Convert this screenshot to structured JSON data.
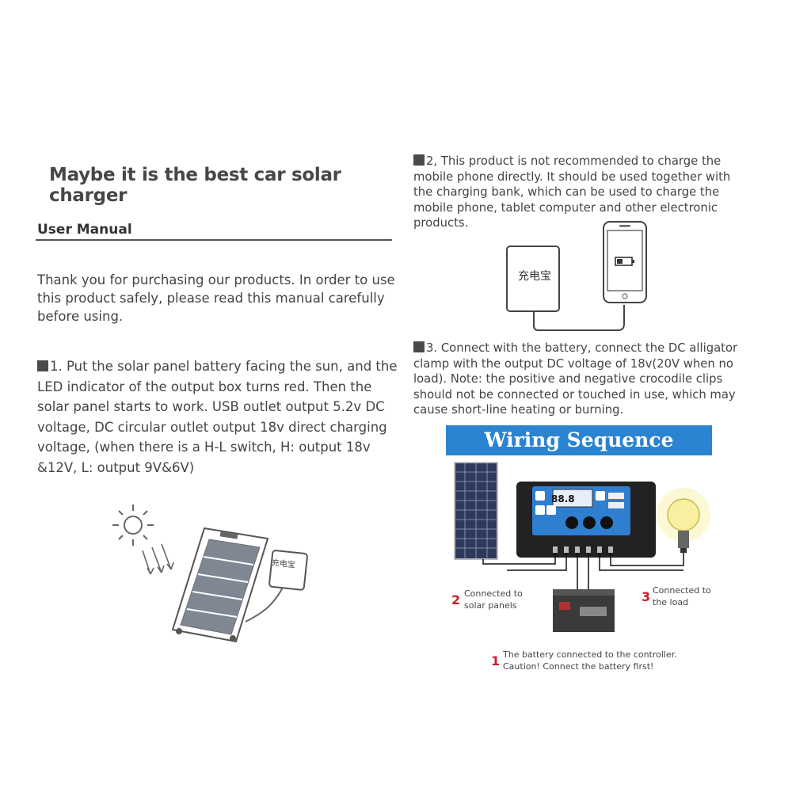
{
  "header": {
    "title": "Maybe it is the best car solar charger",
    "subtitle": "User Manual"
  },
  "intro": "Thank you for purchasing our products. In order to use this product safely, please read this manual carefully before using.",
  "steps": [
    {
      "text": "1. Put the solar panel battery facing the sun, and the LED indicator of the output box turns red. Then the solar panel starts to work. USB outlet output 5.2v DC voltage, DC circular outlet output 18v direct charging voltage, (when there is a H-L switch, H: output 18v &12V, L: output 9V&6V)"
    },
    {
      "text": "2, This product is not recommended to charge the mobile phone directly. It should be used together with the charging bank, which can be used to charge the mobile phone, tablet computer and other electronic products."
    },
    {
      "text": "3. Connect with the battery, connect the DC alligator clamp with the output DC voltage of 18v(20V when no load). Note: the positive and negative crocodile clips should not be connected or touched in use, which may cause short-line heating or burning."
    }
  ],
  "illustrations": {
    "power_bank_label": "充电宝",
    "controller_display": "88.8"
  },
  "wiring": {
    "banner": "Wiring Sequence",
    "items": [
      {
        "num": "1",
        "line1": "The battery connected to the controller.",
        "line2": "Caution! Connect the battery first!"
      },
      {
        "num": "2",
        "line1": "Connected to",
        "line2": "solar panels"
      },
      {
        "num": "3",
        "line1": "Connected to",
        "line2": "the load"
      }
    ]
  },
  "colors": {
    "banner_bg": "#2a84d2",
    "number_red": "#c8202a",
    "panel_blue": "#2f4f8a"
  }
}
